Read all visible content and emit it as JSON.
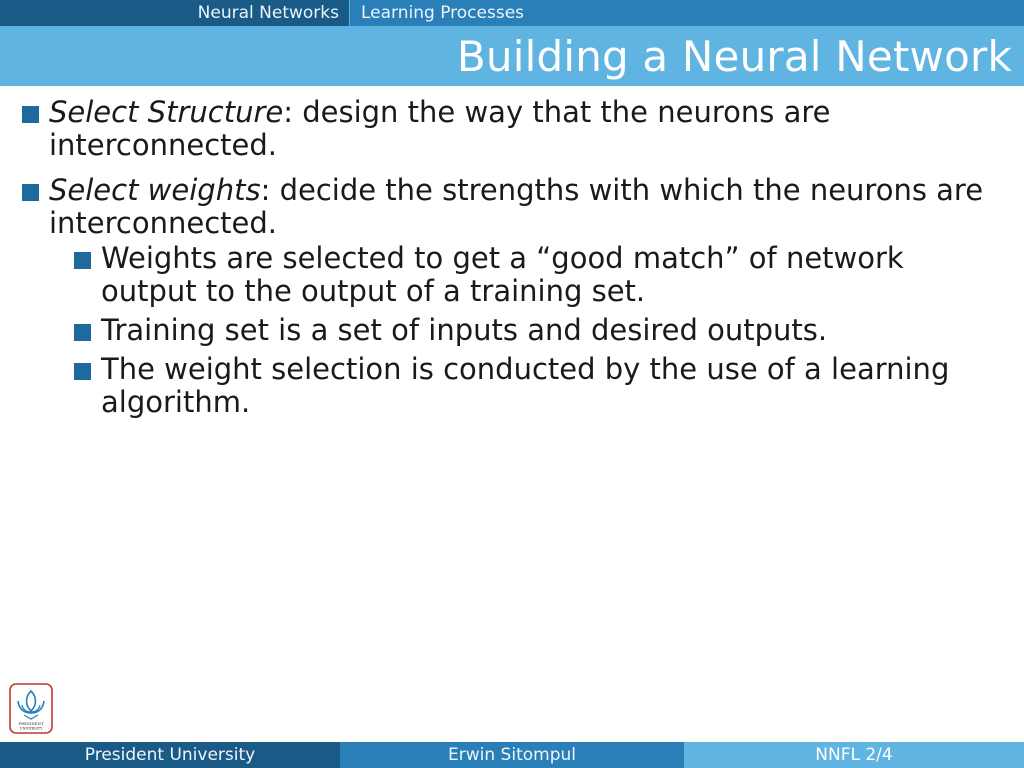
{
  "nav": {
    "section": "Neural Networks",
    "subsection": "Learning Processes"
  },
  "slide": {
    "title": "Building a Neural Network"
  },
  "bullets": [
    {
      "term": "Select Structure",
      "text": ": design the way that the neurons are interconnected."
    },
    {
      "term": "Select weights",
      "text": ": decide the strengths with which the neurons are interconnected."
    }
  ],
  "sub_bullets": [
    "Weights are selected to get a “good match” of network output to the output of a training set.",
    "Training set is a set of inputs and desired outputs.",
    "The weight selection is conducted by the use of a learning algorithm."
  ],
  "logo": {
    "text_line1": "PRESIDENT",
    "text_line2": "UNIVERSITY"
  },
  "footer": {
    "institution": "President University",
    "author": "Erwin Sitompul",
    "page": "NNFL 2/4"
  },
  "colors": {
    "dark_blue": "#1a5a86",
    "mid_blue": "#2a7fb8",
    "light_blue": "#5fb4e2",
    "bullet": "#1f6a9c"
  }
}
